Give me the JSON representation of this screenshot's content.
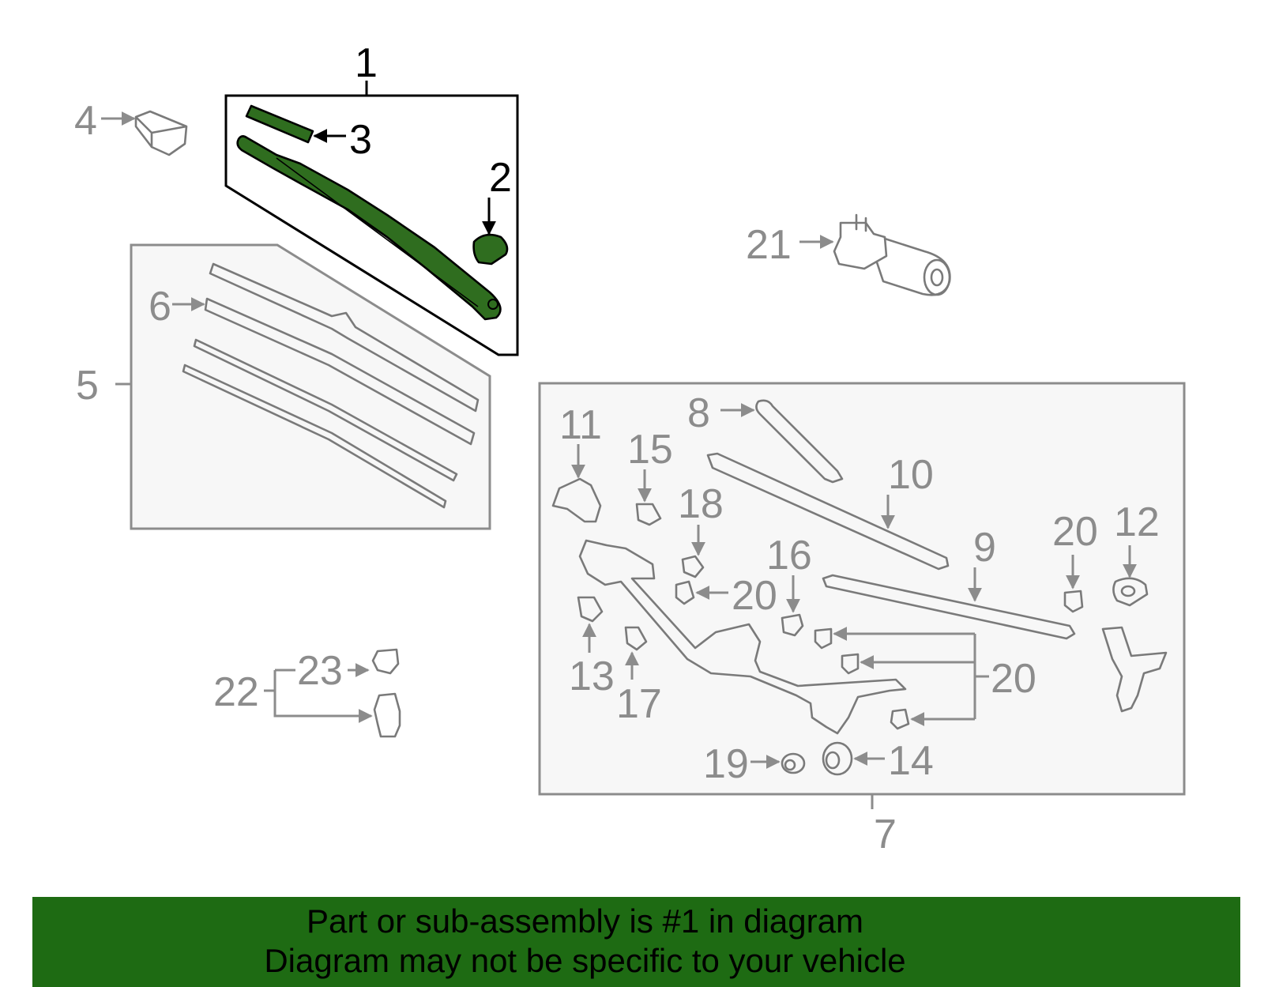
{
  "callouts": {
    "n1": "1",
    "n2": "2",
    "n3": "3",
    "n4": "4",
    "n5": "5",
    "n6": "6",
    "n7": "7",
    "n8": "8",
    "n9": "9",
    "n10": "10",
    "n11": "11",
    "n12": "12",
    "n13": "13",
    "n14": "14",
    "n15": "15",
    "n16": "16",
    "n17": "17",
    "n18": "18",
    "n19": "19",
    "n20a": "20",
    "n20b": "20",
    "n20c": "20",
    "n21": "21",
    "n22": "22",
    "n23": "23"
  },
  "banner": {
    "line1": "Part or sub-assembly is #1 in diagram",
    "line2": "Diagram may not be specific to your vehicle"
  },
  "colors": {
    "highlight": "#2f6d1f",
    "banner": "#1e6b13",
    "parts": "#7a7a7a"
  },
  "highlighted_part": "1"
}
